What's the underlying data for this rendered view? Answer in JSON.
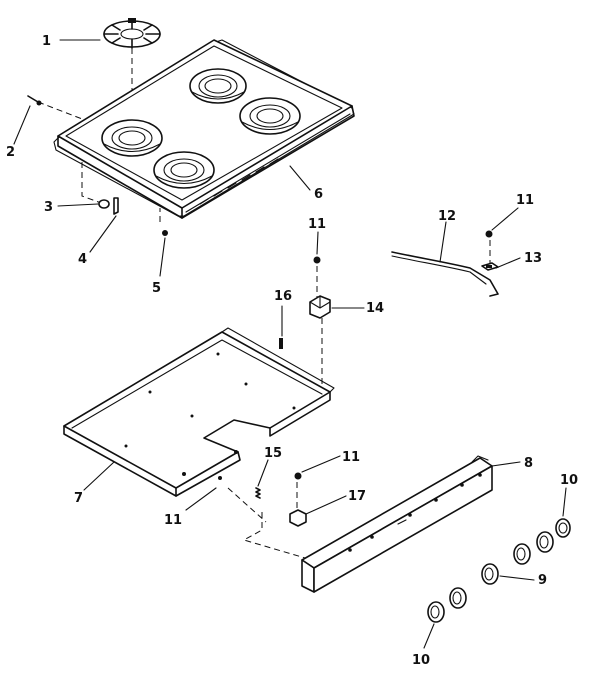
{
  "callouts": {
    "c1": "1",
    "c2": "2",
    "c3": "3",
    "c4": "4",
    "c5": "5",
    "c6": "6",
    "c7": "7",
    "c8": "8",
    "c9": "9",
    "c10a": "10",
    "c10b": "10",
    "c11a": "11",
    "c11b": "11",
    "c11c": "11",
    "c11d": "11",
    "c12": "12",
    "c13": "13",
    "c14": "14",
    "c15": "15",
    "c16": "16",
    "c17": "17"
  }
}
